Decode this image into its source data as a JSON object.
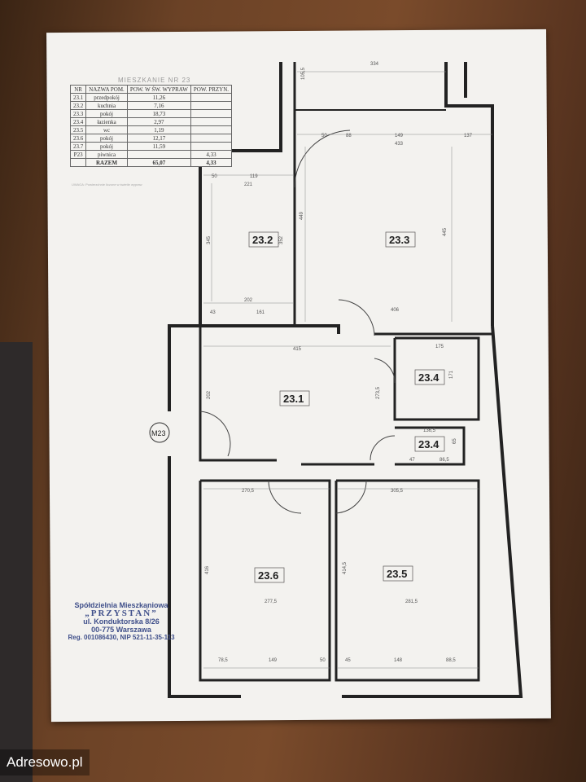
{
  "table": {
    "title": "MIESZKANIE NR 23",
    "headers": [
      "NR",
      "NAZWA POM.",
      "POW. W ŚW. WYPRAW",
      "POW. PRZYN."
    ],
    "rows": [
      [
        "23.1",
        "przedpokój",
        "11,26",
        ""
      ],
      [
        "23.2",
        "kuchnia",
        "7,16",
        ""
      ],
      [
        "23.3",
        "pokój",
        "18,73",
        ""
      ],
      [
        "23.4",
        "łazienka",
        "2,97",
        ""
      ],
      [
        "23.5",
        "wc",
        "1,19",
        ""
      ],
      [
        "23.6",
        "pokój",
        "12,17",
        ""
      ],
      [
        "23.7",
        "pokój",
        "11,59",
        ""
      ],
      [
        "P23",
        "piwnica",
        "",
        "4,33"
      ],
      [
        "",
        "RAZEM",
        "65,07",
        "4,33"
      ]
    ],
    "note": "UWAGA: Powierzchnie liczone w świetle wypraw"
  },
  "rooms": [
    "23.2",
    "23.3",
    "23.1",
    "23.4",
    "23.4",
    "23.6",
    "23.5"
  ],
  "entrance": "M23",
  "dims": [
    "334",
    "105,5",
    "50",
    "88",
    "149",
    "137",
    "433",
    "445",
    "449",
    "50",
    "119",
    "221",
    "345",
    "352",
    "202",
    "406",
    "43",
    "161",
    "415",
    "175",
    "171",
    "202",
    "273,5",
    "136,5",
    "65",
    "47",
    "86,5",
    "270,5",
    "305,5",
    "416",
    "414,5",
    "277,5",
    "281,5",
    "78,5",
    "149",
    "50",
    "45",
    "148",
    "88,5"
  ],
  "stamp": {
    "line1": "Spółdzielnia Mieszkaniowa",
    "line2": "„PRZYSTAŃ”",
    "line3": "ul. Konduktorska 8/26",
    "line4": "00-775 Warszawa",
    "line5": "Reg. 001086430, NIP 521-11-35-113"
  },
  "watermark": "Adresowo.pl"
}
